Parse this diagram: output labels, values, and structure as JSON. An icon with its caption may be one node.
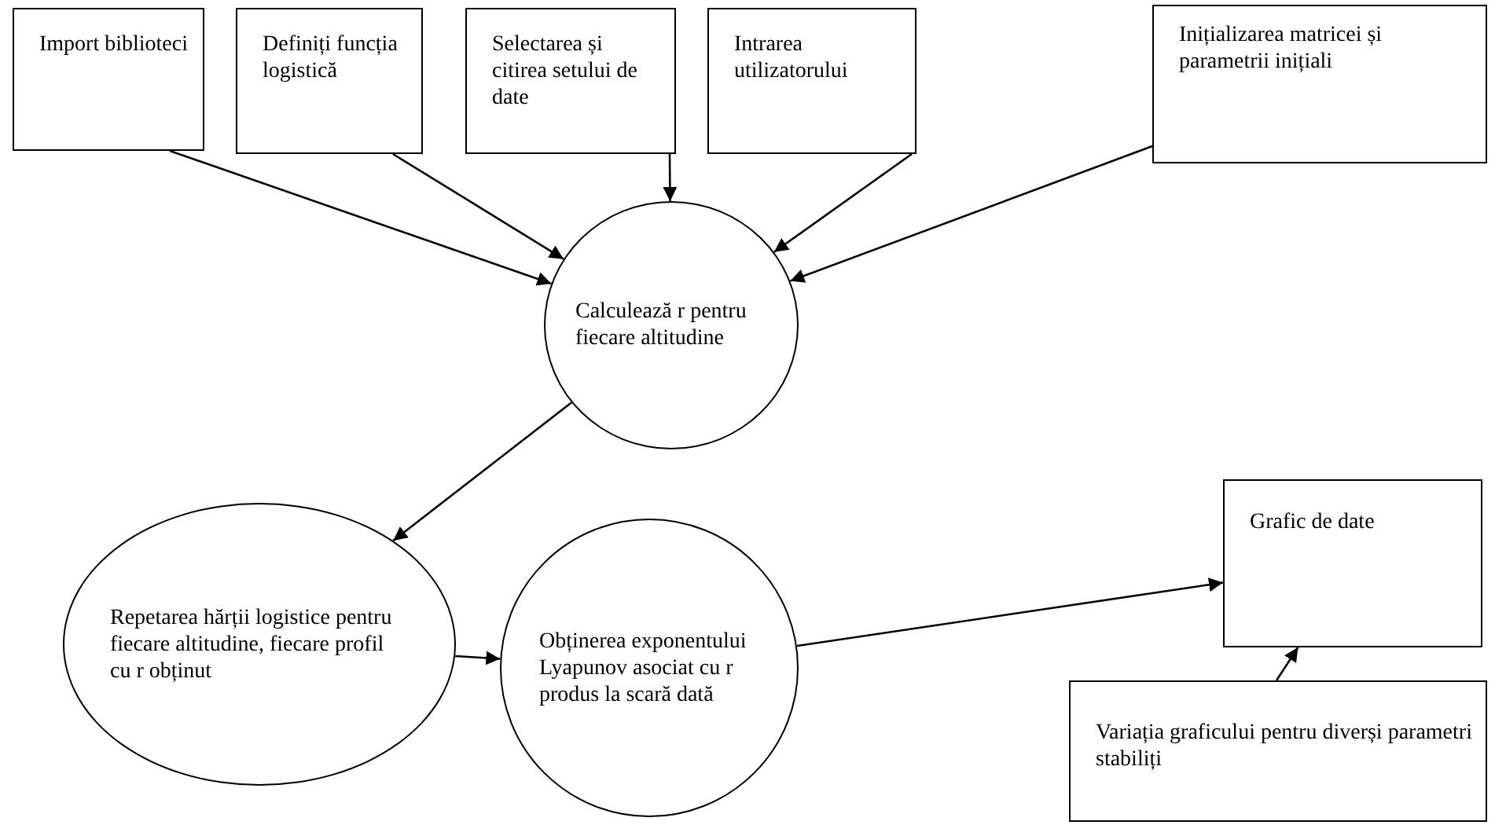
{
  "diagram": {
    "nodes": [
      {
        "text": [
          "Import biblioteci"
        ]
      },
      {
        "text": [
          "Definiți funcția logistică"
        ]
      },
      {
        "text": [
          "Selectarea și citirea setului de date"
        ]
      },
      {
        "text": [
          "Intrarea utilizatorului"
        ]
      },
      {
        "text": [
          "Inițializarea matricei și parametrii inițiali"
        ]
      },
      {
        "text": [
          "Calculează r pentru fiecare altitudine"
        ]
      },
      {
        "text": [
          "Repetarea hărții logistice pentru fiecare altitudine, fiecare profil cu r obținut"
        ]
      },
      {
        "text": [
          "Obținerea exponentului Lyapunov asociat cu r produs la scară dată"
        ]
      },
      {
        "text": [
          "Grafic de date"
        ]
      },
      {
        "text": [
          "Variația graficului pentru diverși parametri stabiliți"
        ]
      }
    ],
    "edges": [
      {
        "from": 0,
        "to": 5,
        "arrow": "to"
      },
      {
        "from": 1,
        "to": 5,
        "arrow": "to"
      },
      {
        "from": 2,
        "to": 5,
        "arrow": "to"
      },
      {
        "from": 3,
        "to": 5,
        "arrow": "to"
      },
      {
        "from": 4,
        "to": 5,
        "arrow": "to"
      },
      {
        "from": 5,
        "to": 6,
        "arrow": "to"
      },
      {
        "from": 6,
        "to": 7,
        "arrow": "to"
      },
      {
        "from": 7,
        "to": 8,
        "arrow": "to"
      },
      {
        "from": 9,
        "to": 8,
        "arrow": "to"
      }
    ]
  }
}
